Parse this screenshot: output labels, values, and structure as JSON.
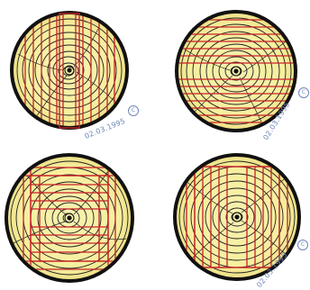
{
  "drawings": [
    {
      "name": "log-cross-section-top-left",
      "stamp": "02.03.1995"
    },
    {
      "name": "log-cross-section-top-right",
      "stamp": "02.03.1995"
    },
    {
      "name": "log-cross-section-bottom-left",
      "stamp": ""
    },
    {
      "name": "log-cross-section-bottom-right",
      "stamp": "02.03.1995"
    }
  ],
  "copyright_mark": "C",
  "colors": {
    "bark": "#111111",
    "wood": "#f6f0a6",
    "wood_light": "#fbf8d8",
    "rings": "#1e1e1e",
    "cuts": "#c8202a",
    "stamp_ink": "#6f86b8"
  }
}
